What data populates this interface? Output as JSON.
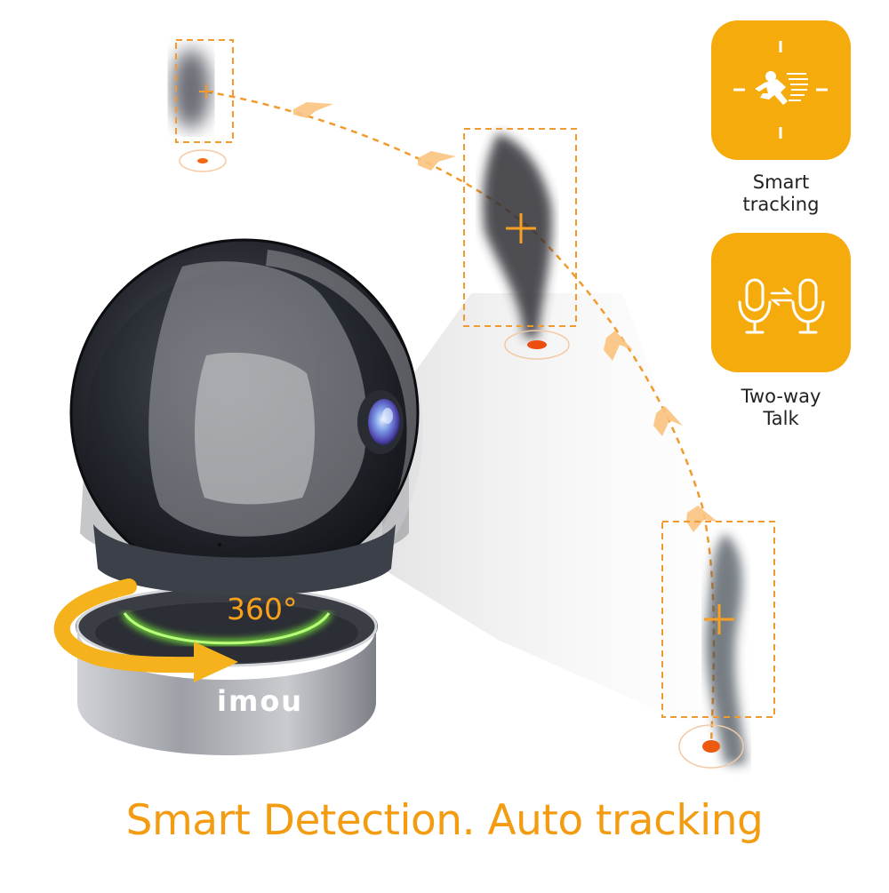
{
  "headline": "Smart Detection. Auto tracking",
  "camera": {
    "brand": "imou",
    "rotation_label": "360°"
  },
  "features": [
    {
      "icon": "running-person-target-icon",
      "label_line1": "Smart",
      "label_line2": "tracking"
    },
    {
      "icon": "two-way-microphone-icon",
      "label_line1": "Two-way",
      "label_line2": "Talk"
    }
  ],
  "colors": {
    "accent": "#f6ab0c",
    "headline": "#f39c12",
    "track_line": "#f39a2e",
    "target_dot": "#f05a14",
    "ring_glow": "#7cf23a",
    "camera_dark": "#23262d",
    "base_silver": "#b9bcc2"
  }
}
